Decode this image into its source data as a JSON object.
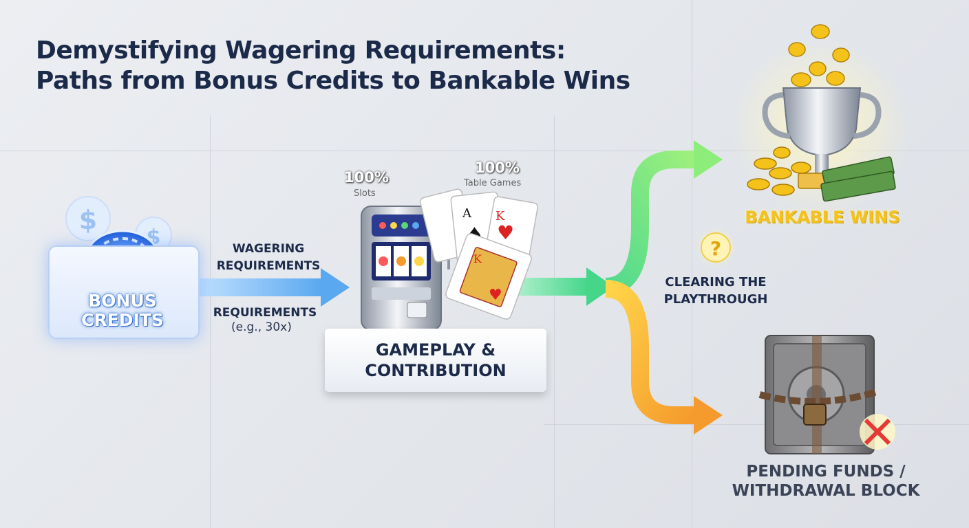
{
  "title": {
    "line1": "Demystifying Wagering Requirements:",
    "line2": "Paths from Bonus Credits to Bankable Wins"
  },
  "bonus": {
    "line1": "BONUS",
    "line2": "CREDITS",
    "icon": "poker-chip-icon"
  },
  "arrow_label": {
    "line1": "WAGERING",
    "line2": "REQUIREMENTS",
    "line3": "REQUIREMENTS",
    "line4": "(e.g., 30x)"
  },
  "gameplay": {
    "line1": "GAMEPLAY &",
    "line2": "CONTRIBUTION",
    "slots": {
      "pct": "100%",
      "label": "Slots"
    },
    "tables": {
      "pct": "100%",
      "label": "Table Games"
    }
  },
  "decision": {
    "line1": "CLEARING THE",
    "line2": "PLAYTHROUGH",
    "icon": "question-icon"
  },
  "outcome_win": {
    "label": "BANKABLE WINS",
    "icon": "trophy-icon"
  },
  "outcome_block": {
    "line1": "PENDING FUNDS /",
    "line2": "WITHDRAWAL BLOCK",
    "icon": "locked-vault-icon"
  },
  "colors": {
    "title": "#1c2a4a",
    "blue_arrow": "#6fb6f2",
    "green_arrow": "#5fe0a0",
    "orange_arrow": "#f6a531",
    "gold": "#f4c21a"
  }
}
